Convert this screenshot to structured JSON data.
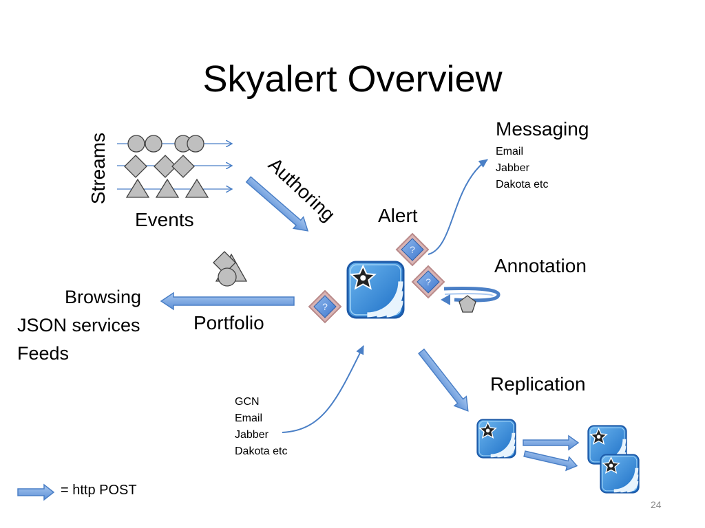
{
  "title": "Skyalert Overview",
  "streams_label": "Streams",
  "events_label": "Events",
  "authoring_label": "Authoring",
  "alert_label": "Alert",
  "messaging": {
    "heading": "Messaging",
    "items": [
      "Email",
      "Jabber",
      "Dakota etc"
    ]
  },
  "annotation_label": "Annotation",
  "portfolio_label": "Portfolio",
  "browsing_items": [
    "Browsing",
    "JSON services",
    "Feeds"
  ],
  "replication_label": "Replication",
  "inputs": [
    "GCN",
    "Email",
    "Jabber",
    "Dakota etc"
  ],
  "legend_label": "= http POST",
  "page_number": "24",
  "query_mark": "?",
  "colors": {
    "arrow_fill": "#6f9fdc",
    "arrow_stroke": "#4a7fc6",
    "shape_fill": "#bfbfbf",
    "shape_stroke": "#404040",
    "icon_blue": "#2e7fd0",
    "diamond_border": "#b98a8a"
  }
}
